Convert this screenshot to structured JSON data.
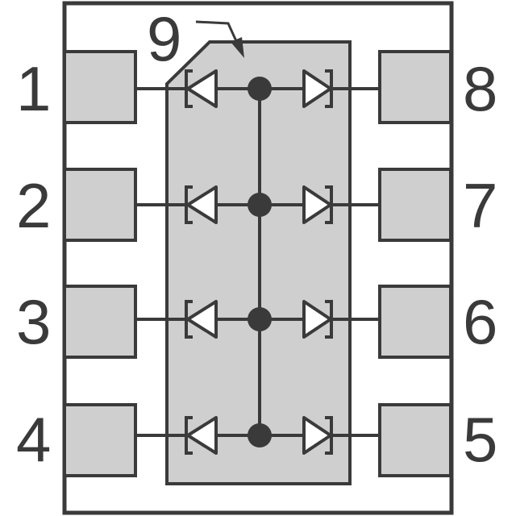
{
  "diagram": {
    "pins_left": [
      "1",
      "2",
      "3",
      "4"
    ],
    "pins_right": [
      "8",
      "7",
      "6",
      "5"
    ],
    "center_pad_label": "9"
  },
  "colors": {
    "outline": "#3a3a3a",
    "pad_fill": "#cfcfcf",
    "body_fill": "#ffffff"
  }
}
